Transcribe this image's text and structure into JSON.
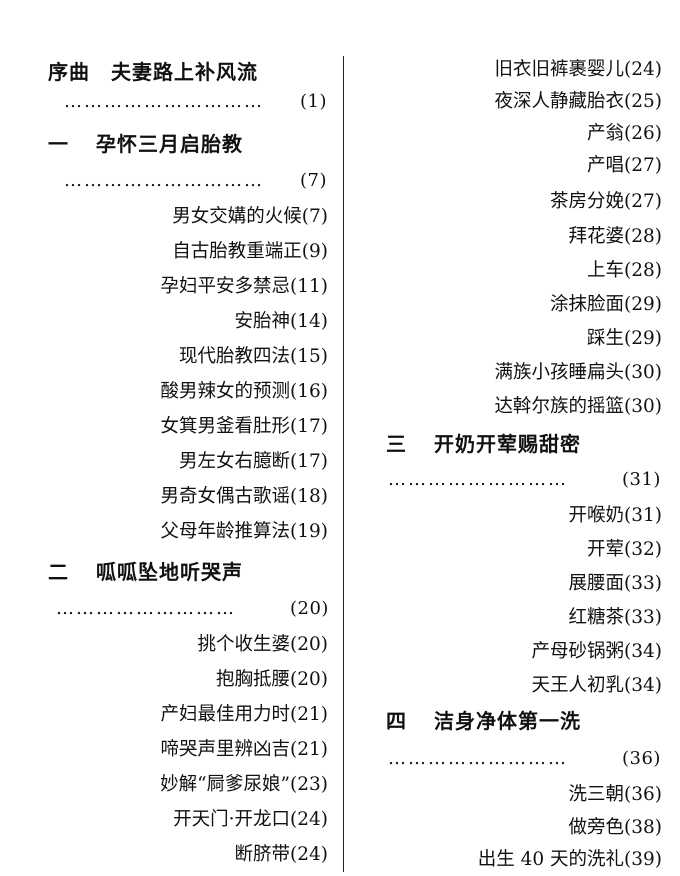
{
  "left_column": {
    "preface": {
      "title": "序曲　夫妻路上补风流",
      "leader": "…………………………",
      "page": "(1)"
    },
    "sections": [
      {
        "number": "一",
        "title": "孕怀三月启胎教",
        "leader": "…………………………",
        "page": "(7)",
        "entries": [
          "男女交媾的火候(7)",
          "自古胎教重端正(9)",
          "孕妇平安多禁忌(11)",
          "安胎神(14)",
          "现代胎教四法(15)",
          "酸男辣女的预测(16)",
          "女箕男釜看肚形(17)",
          "男左女右臆断(17)",
          "男奇女偶古歌谣(18)",
          "父母年龄推算法(19)"
        ]
      },
      {
        "number": "二",
        "title": "呱呱坠地听哭声",
        "leader": "………………………",
        "page": "(20)",
        "entries": [
          "挑个收生婆(20)",
          "抱胸抵腰(20)",
          "产妇最佳用力时(21)",
          "啼哭声里辨凶吉(21)",
          "妙解“屙爹尿娘”(23)",
          "开天门·开龙口(24)",
          "断脐带(24)"
        ]
      }
    ]
  },
  "right_column": {
    "top_entries": [
      "旧衣旧裤裹婴儿(24)",
      "夜深人静藏胎衣(25)",
      "产翁(26)",
      "产唱(27)",
      "茶房分娩(27)",
      "拜花婆(28)",
      "上车(28)",
      "涂抹脸面(29)",
      "踩生(29)",
      "满族小孩睡扁头(30)",
      "达斡尔族的摇篮(30)"
    ],
    "sections": [
      {
        "number": "三",
        "title": "开奶开荤赐甜密",
        "leader": "………………………",
        "page": "(31)",
        "entries": [
          "开喉奶(31)",
          "开荤(32)",
          "展腰面(33)",
          "红糖茶(33)",
          "产母砂锅粥(34)",
          "天王人初乳(34)"
        ]
      },
      {
        "number": "四",
        "title": "洁身净体第一洗",
        "leader": "………………………",
        "page": "(36)",
        "entries": [
          "洗三朝(36)",
          "做旁色(38)",
          "出生 40 天的洗礼(39)"
        ]
      }
    ]
  }
}
